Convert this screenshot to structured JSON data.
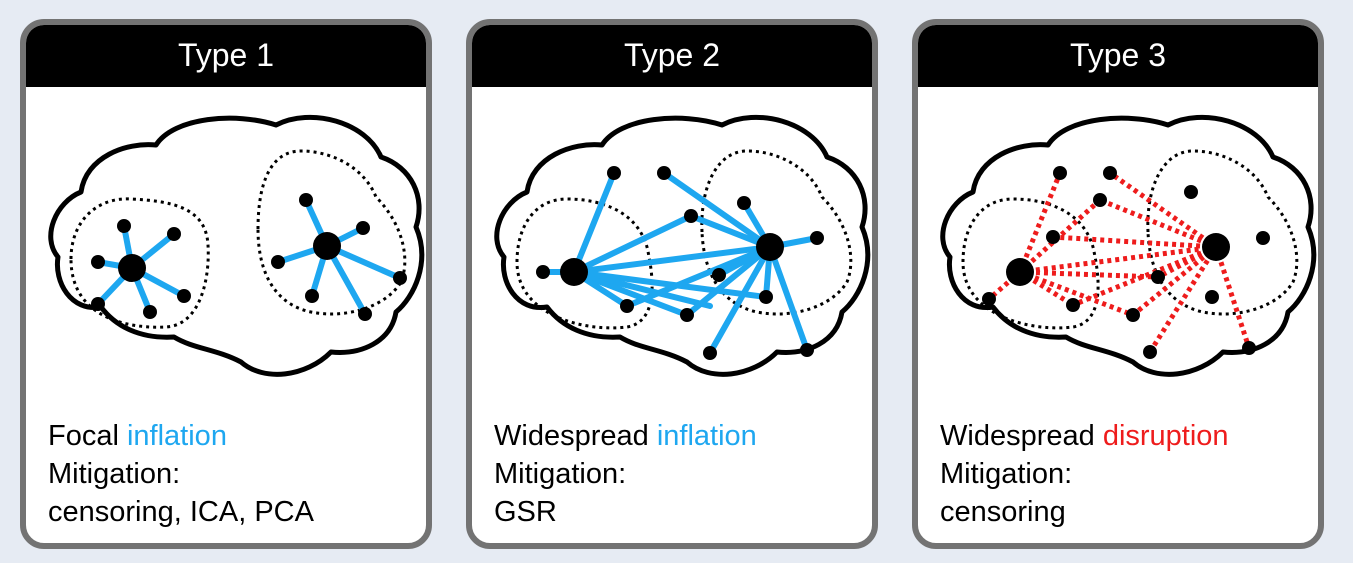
{
  "colors": {
    "inflation": "#1ea7f0",
    "disruption": "#ee1c1c",
    "card_border": "#737373",
    "header_bg": "#000000"
  },
  "cards": [
    {
      "title": "Type 1",
      "description_prefix": "Focal ",
      "description_keyword": "inflation",
      "mitigation_label": "Mitigation:",
      "mitigation_value": "censoring, ICA, PCA",
      "connection_style": "solid-blue"
    },
    {
      "title": "Type 2",
      "description_prefix": "Widespread ",
      "description_keyword": "inflation",
      "mitigation_label": "Mitigation:",
      "mitigation_value": "GSR",
      "connection_style": "solid-blue"
    },
    {
      "title": "Type 3",
      "description_prefix": "Widespread ",
      "description_keyword": "disruption",
      "mitigation_label": "Mitigation:",
      "mitigation_value": "censoring",
      "connection_style": "dotted-red"
    }
  ]
}
